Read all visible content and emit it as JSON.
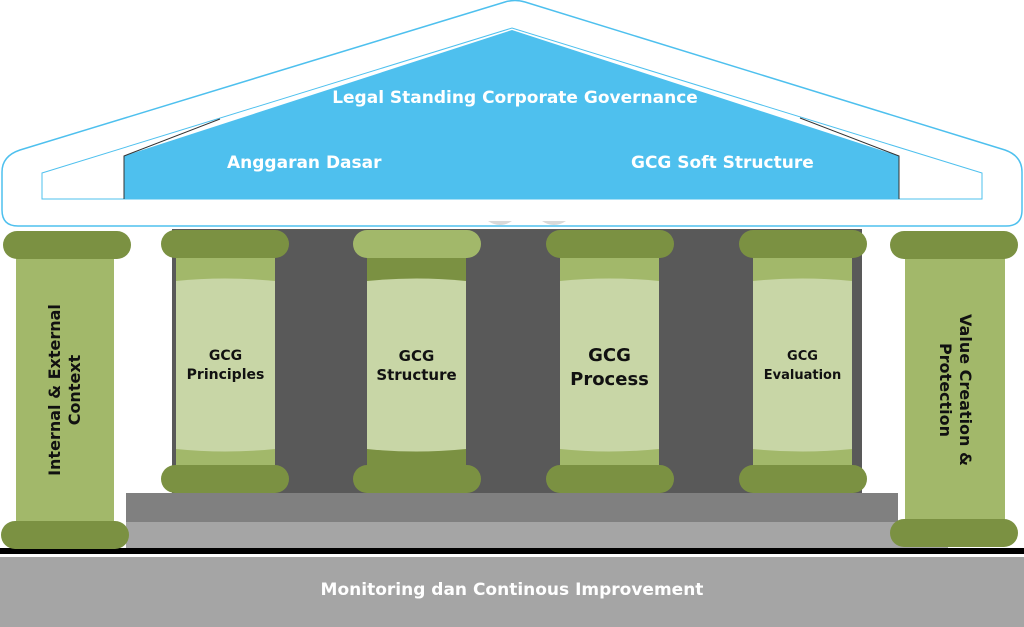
{
  "roof": {
    "title": "Legal Standing Corporate Governance",
    "left_label": "Anggaran Dasar",
    "right_label": "GCG Soft Structure"
  },
  "side_pillars": {
    "left": "Internal & External Context",
    "right": "Value Creation & Protection"
  },
  "pillars": [
    {
      "line1": "GCG",
      "line2": "Principles"
    },
    {
      "line1": "GCG",
      "line2": "Structure"
    },
    {
      "line1": "GCG",
      "line2": "Process"
    },
    {
      "line1": "GCG",
      "line2": "Evaluation"
    }
  ],
  "base": {
    "label": "Monitoring dan Continous Improvement"
  },
  "colors": {
    "sky": "#4ec0ee",
    "dark_green": "#7b9142",
    "mid_green": "#a2b86a",
    "light_green": "#c8d6a6",
    "dark_gray": "#595959",
    "mid_gray": "#808080",
    "light_gray": "#a5a5a5",
    "black": "#000000"
  }
}
